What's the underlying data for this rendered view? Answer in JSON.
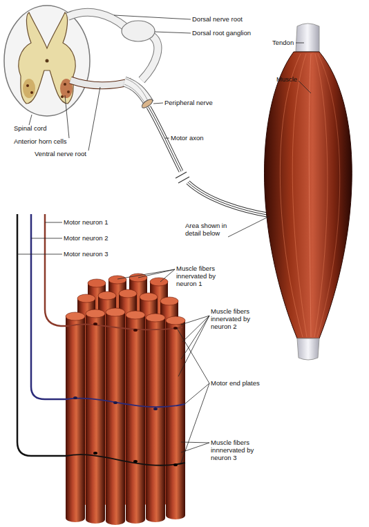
{
  "diagram": {
    "labels": [
      "Dorsal nerve root",
      "Dorsal root ganglion",
      "Tendon",
      "Muscle",
      "Spinal cord",
      "Anterior horn cells",
      "Ventral nerve root",
      "Peripheral nerve",
      "Motor axon",
      "Area shown in detail below",
      "Motor neuron 1",
      "Motor neuron 2",
      "Motor neuron 3",
      "Muscle fibers innervated by neuron 1",
      "Muscle fibers innervated by neuron 2",
      "Motor end plates",
      "Muscle fibers innnervated by neuron 3"
    ]
  }
}
